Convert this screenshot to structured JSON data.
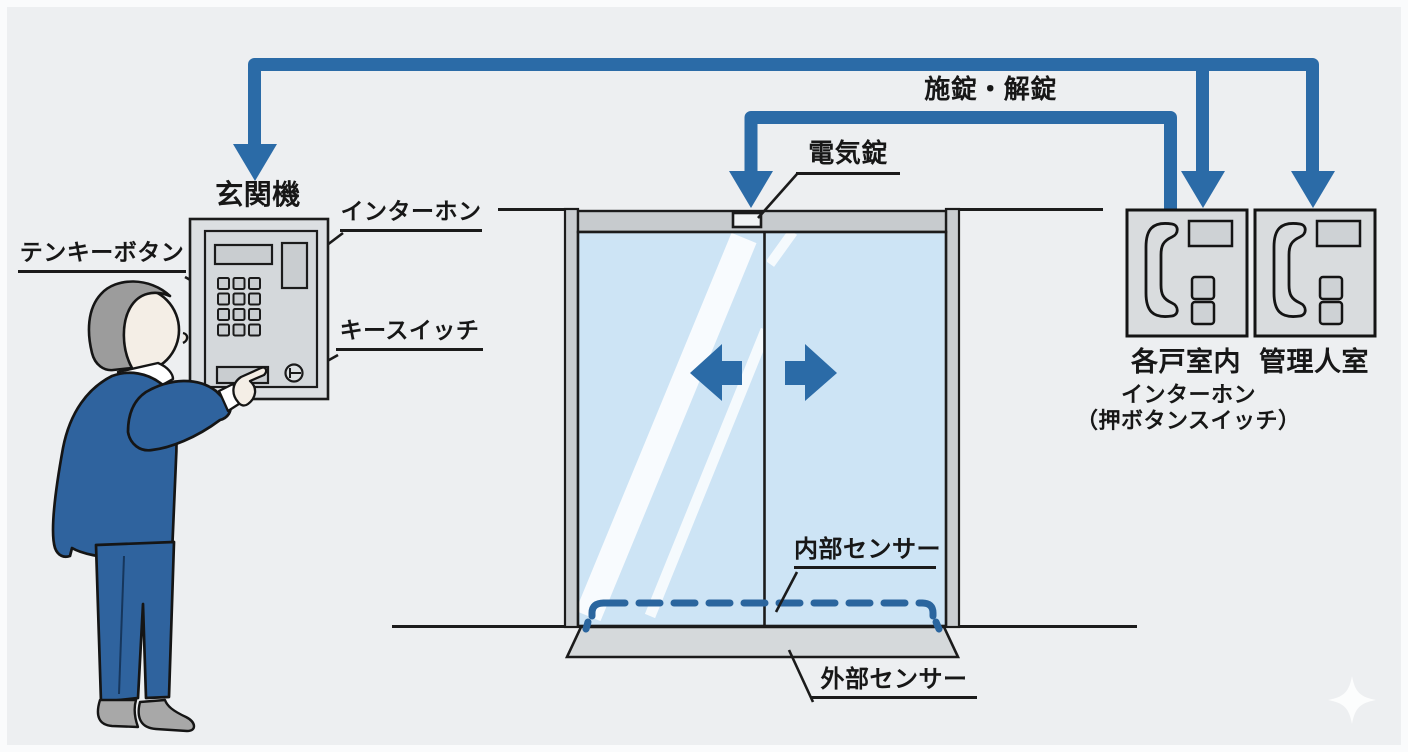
{
  "labels": {
    "entrance_station": "玄関機",
    "tenkey_button": "テンキーボタン",
    "interphone": "インターホン",
    "key_switch": "キースイッチ",
    "electric_lock": "電気錠",
    "lock_unlock": "施錠・解錠",
    "inner_sensor": "内部センサー",
    "outer_sensor": "外部センサー",
    "unit_room": "各戸室内",
    "manager_room": "管理人室",
    "room_interphone": "インターホン",
    "push_button_switch": "（押ボタンスイッチ）"
  },
  "colors": {
    "accent_blue": "#2b6ba7",
    "glass_blue": "#cde4f5",
    "background": "#edeff1",
    "device_gray": "#d9dcde",
    "frame_gray": "#c9cdd0",
    "suit_blue": "#2f639e",
    "outline_black": "#1b1b1b"
  },
  "icons": {
    "door_open_left": "left-arrow-icon",
    "door_open_right": "right-arrow-icon",
    "indoor_unit": "phone-handset-icon",
    "entrance_keypad": "keypad-icon",
    "key_switch": "key-switch-icon",
    "watermark": "sparkle-icon"
  }
}
